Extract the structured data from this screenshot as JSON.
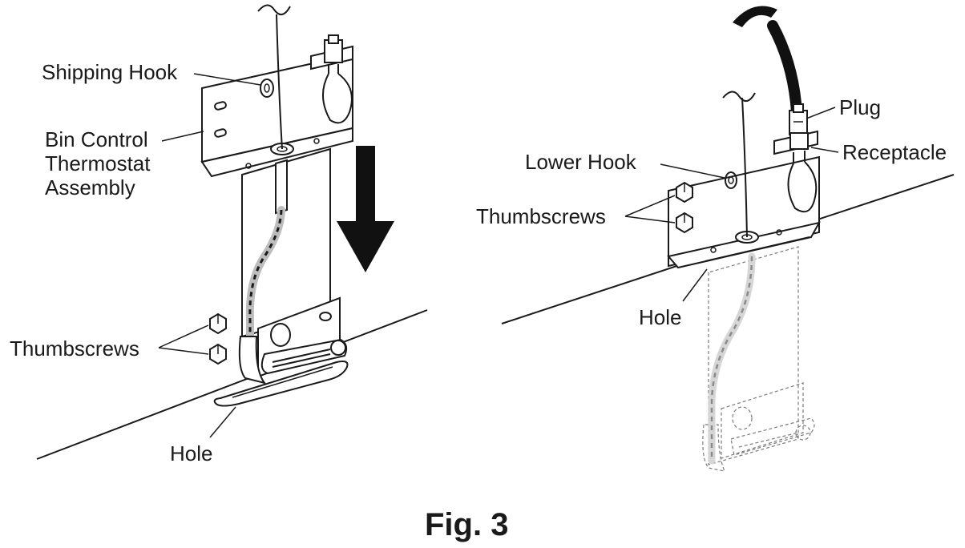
{
  "figure": {
    "caption": "Fig. 3",
    "left_panel": {
      "labels": {
        "shipping_hook": "Shipping Hook",
        "bin_control_line1": "Bin Control",
        "bin_control_line2": "Thermostat",
        "bin_control_line3": "Assembly",
        "thumbscrews": "Thumbscrews",
        "hole": "Hole"
      }
    },
    "right_panel": {
      "labels": {
        "plug": "Plug",
        "receptacle": "Receptacle",
        "lower_hook": "Lower Hook",
        "thumbscrews": "Thumbscrews",
        "hole": "Hole"
      }
    }
  }
}
